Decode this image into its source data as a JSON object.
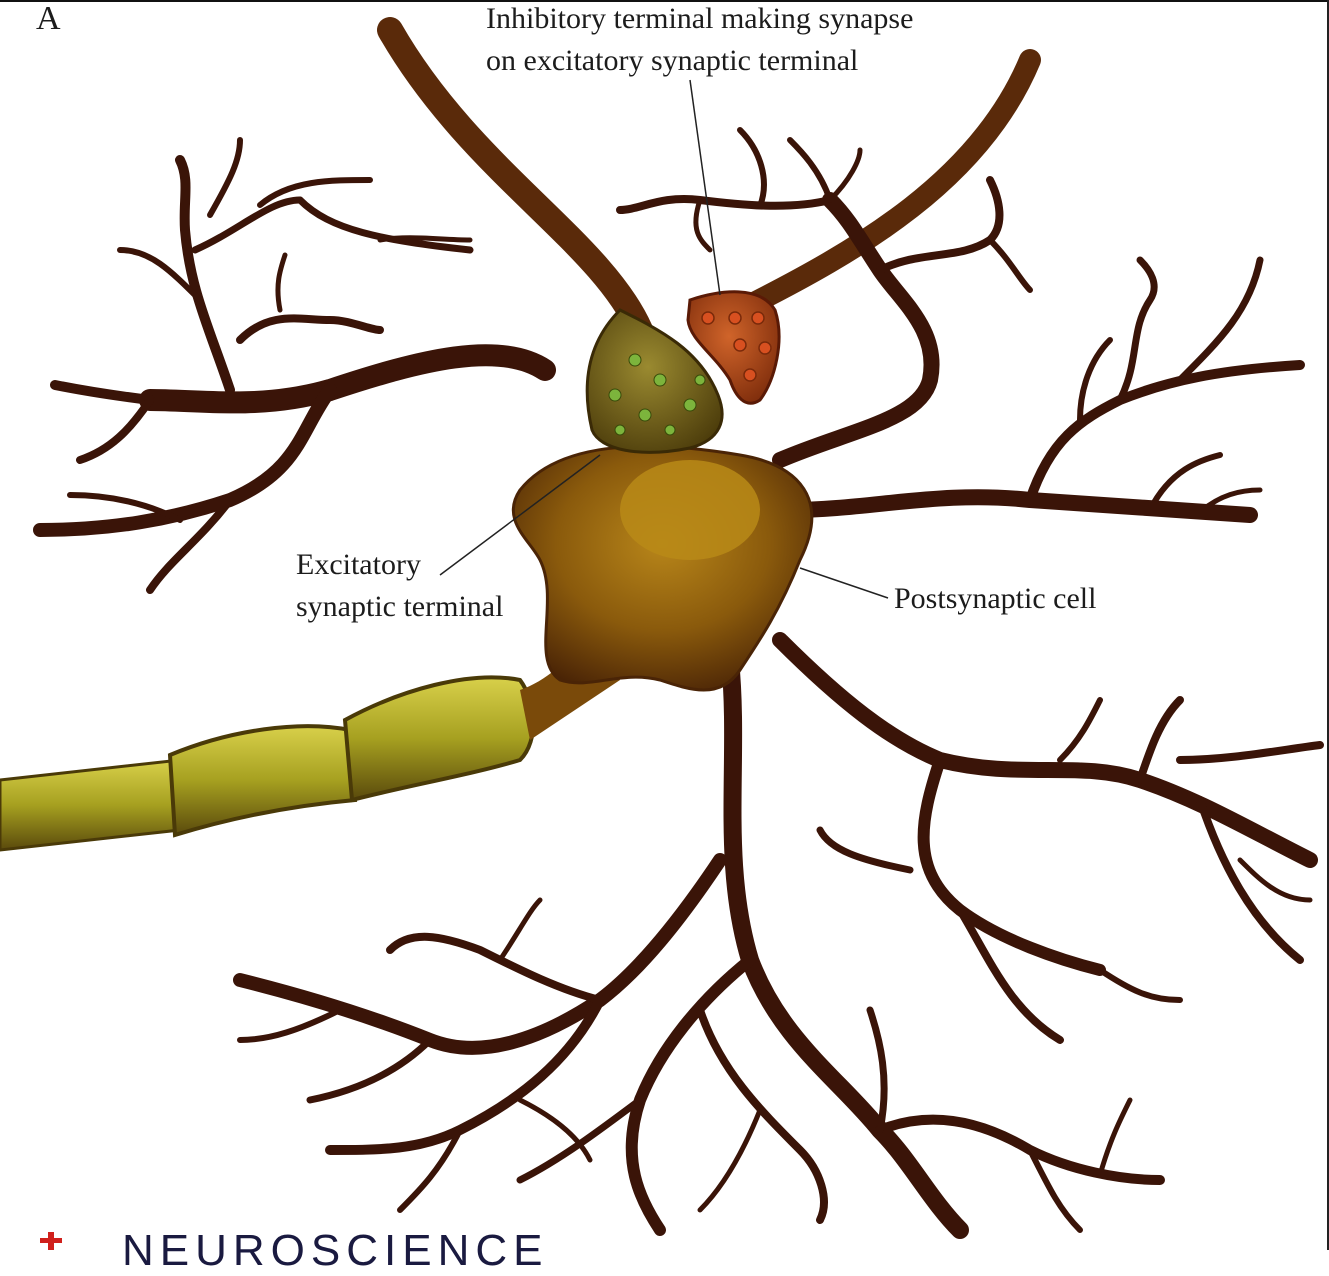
{
  "figure": {
    "panel_letter": "A",
    "labels": {
      "inhibitory_line1": "Inhibitory terminal making synapse",
      "inhibitory_line2": "on excitatory synaptic terminal",
      "excitatory_line1": "Excitatory",
      "excitatory_line2": "synaptic terminal",
      "postsynaptic": "Postsynaptic cell"
    },
    "logo_text": "NEUROSCIENCE",
    "colors": {
      "dendrite": "#3a1408",
      "soma": "#8a5a0c",
      "soma_highlight": "#b88a18",
      "myelin": "#a6a020",
      "excitatory_terminal": "#6e5a18",
      "inhibitory_terminal": "#b4461a",
      "vesicle_green": "#7cb43c",
      "vesicle_red": "#d85020",
      "logo_red": "#d0201c"
    }
  }
}
